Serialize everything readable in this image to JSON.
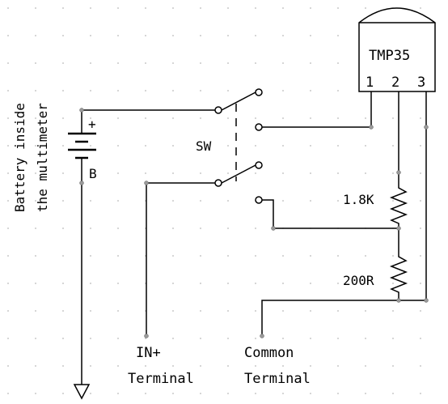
{
  "labels": {
    "battery_line1": "Battery inside",
    "battery_line2": "the multimeter",
    "battery_plus": "+",
    "battery_ref": "B",
    "switch_ref": "SW",
    "sensor_name": "TMP35",
    "pin1": "1",
    "pin2": "2",
    "pin3": "3",
    "r1_value": "1.8K",
    "r2_value": "200R",
    "in_line1": "IN+",
    "in_line2": "Terminal",
    "common_line1": "Common",
    "common_line2": "Terminal"
  }
}
